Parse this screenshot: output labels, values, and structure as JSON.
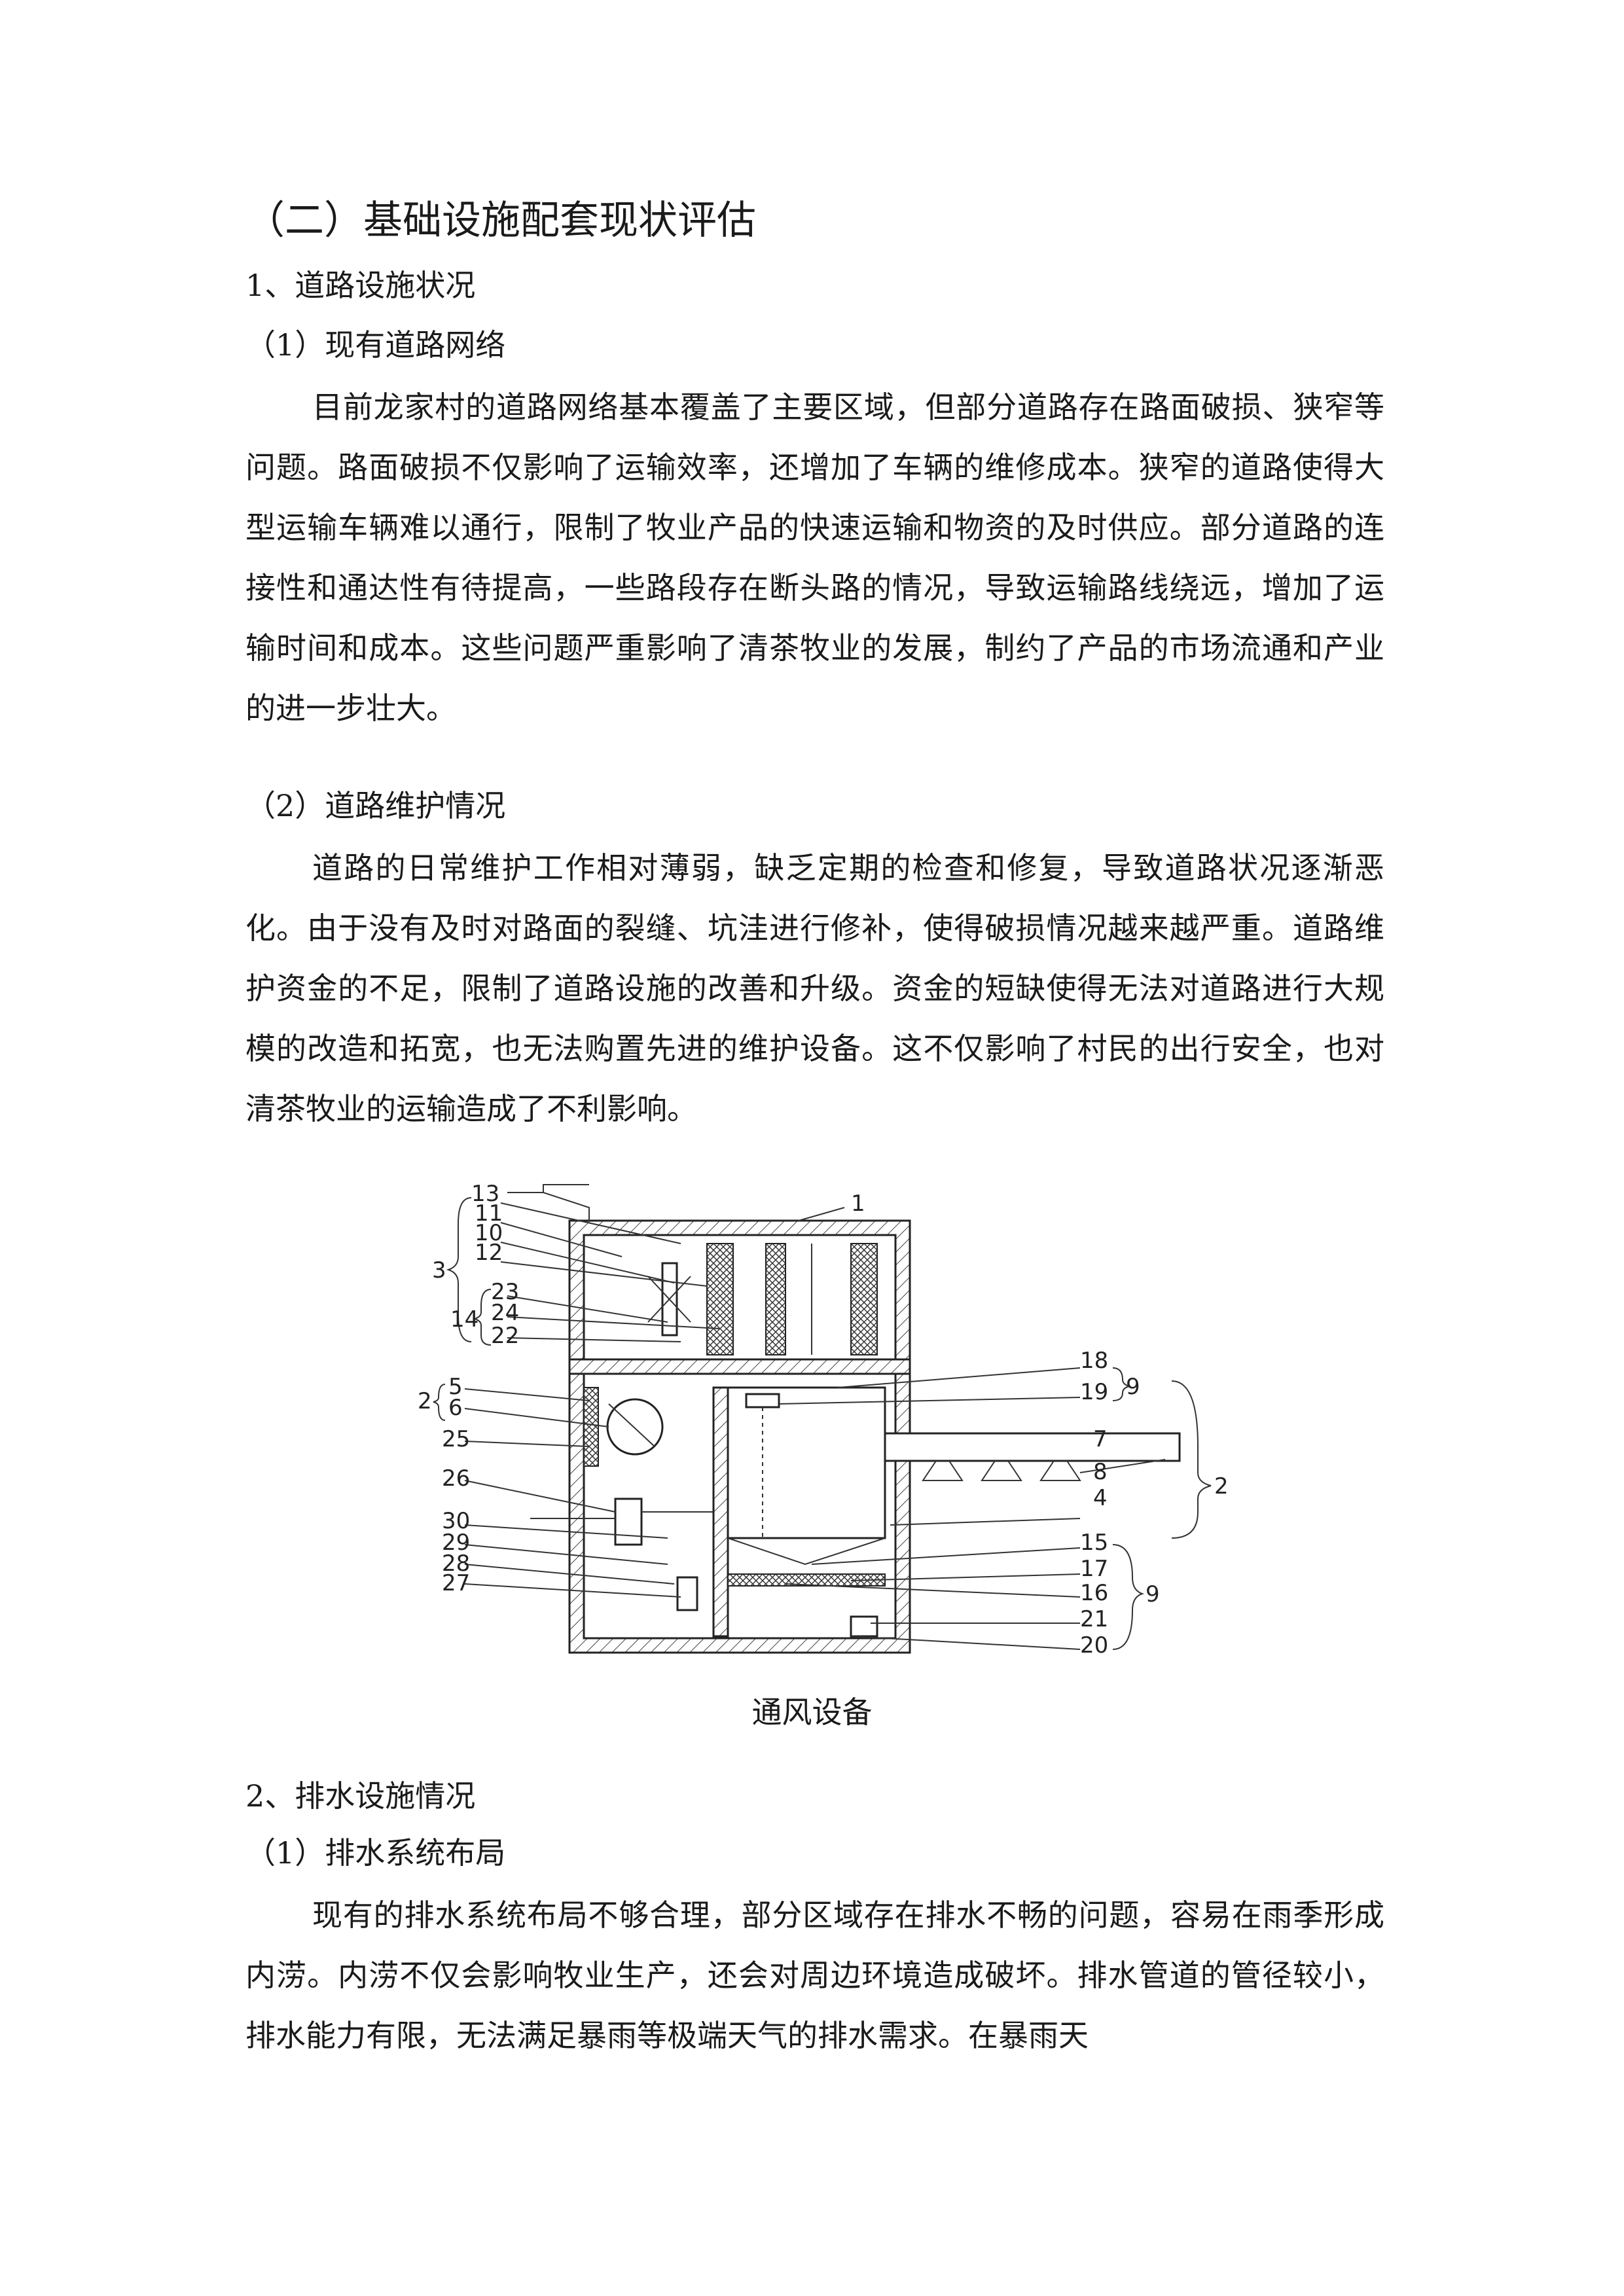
{
  "section_title": "（二）基础设施配套现状评估",
  "road": {
    "heading": "1、道路设施状况",
    "network": {
      "heading": "（1）现有道路网络",
      "text": "目前龙家村的道路网络基本覆盖了主要区域，但部分道路存在路面破损、狭窄等问题。路面破损不仅影响了运输效率，还增加了车辆的维修成本。狭窄的道路使得大型运输车辆难以通行，限制了牧业产品的快速运输和物资的及时供应。部分道路的连接性和通达性有待提高，一些路段存在断头路的情况，导致运输路线绕远，增加了运输时间和成本。这些问题严重影响了清茶牧业的发展，制约了产品的市场流通和产业的进一步壮大。"
    },
    "maintenance": {
      "heading": "（2）道路维护情况",
      "text": "道路的日常维护工作相对薄弱，缺乏定期的检查和修复，导致道路状况逐渐恶化。由于没有及时对路面的裂缝、坑洼进行修补，使得破损情况越来越严重。道路维护资金的不足，限制了道路设施的改善和升级。资金的短缺使得无法对道路进行大规模的改造和拓宽，也无法购置先进的维护设备。这不仅影响了村民的出行安全，也对清茶牧业的运输造成了不利影响。"
    }
  },
  "figure": {
    "caption": "通风设备",
    "labels": [
      "13",
      "11",
      "10",
      "12",
      "3",
      "23",
      "24",
      "14",
      "22",
      "1",
      "18",
      "9",
      "19",
      "5",
      "2",
      "6",
      "7",
      "25",
      "8",
      "26",
      "4",
      "2",
      "30",
      "15",
      "29",
      "17",
      "28",
      "16",
      "9",
      "27",
      "21",
      "20"
    ]
  },
  "drainage": {
    "heading": "2、排水设施情况",
    "layout": {
      "heading": "（1）排水系统布局",
      "text": "现有的排水系统布局不够合理，部分区域存在排水不畅的问题，容易在雨季形成内涝。内涝不仅会影响牧业生产，还会对周边环境造成破坏。排水管道的管径较小，排水能力有限，无法满足暴雨等极端天气的排水需求。在暴雨天"
    }
  }
}
